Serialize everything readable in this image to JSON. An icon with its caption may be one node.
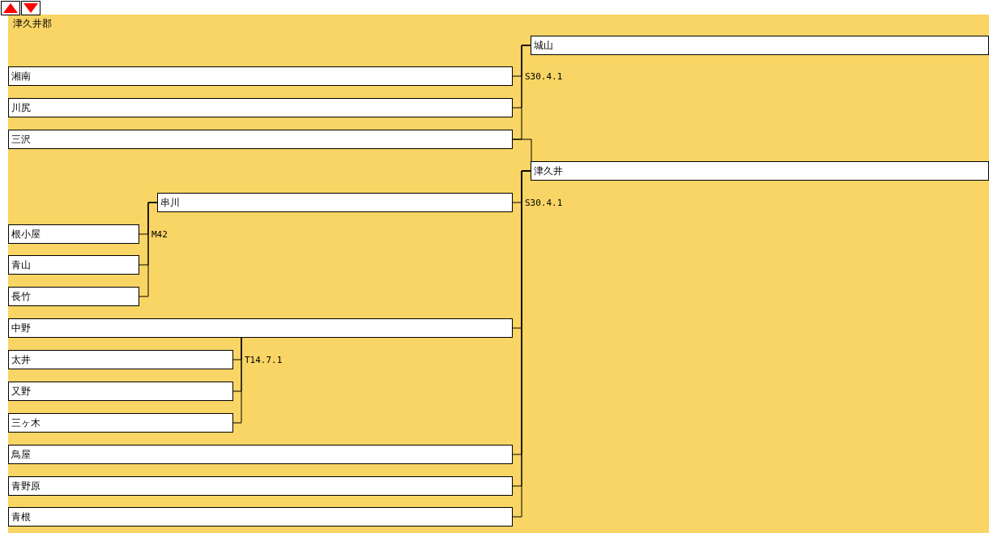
{
  "diagram": {
    "title": "津久井郡",
    "nodes": [
      {
        "text": [
          "城山"
        ]
      },
      {
        "text": [
          "湘南"
        ]
      },
      {
        "text": [
          "川尻"
        ]
      },
      {
        "text": [
          "三沢"
        ]
      },
      {
        "text": [
          "津久井"
        ]
      },
      {
        "text": [
          "串川"
        ]
      },
      {
        "text": [
          "根小屋"
        ]
      },
      {
        "text": [
          "青山"
        ]
      },
      {
        "text": [
          "長竹"
        ]
      },
      {
        "text": [
          "中野"
        ]
      },
      {
        "text": [
          "太井"
        ]
      },
      {
        "text": [
          "又野"
        ]
      },
      {
        "text": [
          "三ヶ木"
        ]
      },
      {
        "text": [
          "鳥屋"
        ]
      },
      {
        "text": [
          "青野原"
        ]
      },
      {
        "text": [
          "青根"
        ]
      }
    ],
    "edges": [
      {
        "from": 1,
        "to": 0,
        "arrow": "none",
        "label": "S30.4.1"
      },
      {
        "from": 2,
        "to": 0,
        "arrow": "none"
      },
      {
        "from": 3,
        "to": 0,
        "arrow": "none"
      },
      {
        "from": 3,
        "to": 4,
        "arrow": "none"
      },
      {
        "from": 5,
        "to": 4,
        "arrow": "none",
        "label": "S30.4.1"
      },
      {
        "from": 9,
        "to": 4,
        "arrow": "none"
      },
      {
        "from": 13,
        "to": 4,
        "arrow": "none"
      },
      {
        "from": 14,
        "to": 4,
        "arrow": "none"
      },
      {
        "from": 15,
        "to": 4,
        "arrow": "none"
      },
      {
        "from": 6,
        "to": 5,
        "arrow": "none",
        "label": "M42"
      },
      {
        "from": 7,
        "to": 5,
        "arrow": "none"
      },
      {
        "from": 8,
        "to": 5,
        "arrow": "none"
      },
      {
        "from": 10,
        "to": 9,
        "arrow": "none",
        "label": "T14.7.1"
      },
      {
        "from": 11,
        "to": 9,
        "arrow": "none"
      },
      {
        "from": 12,
        "to": 9,
        "arrow": "none"
      }
    ]
  }
}
